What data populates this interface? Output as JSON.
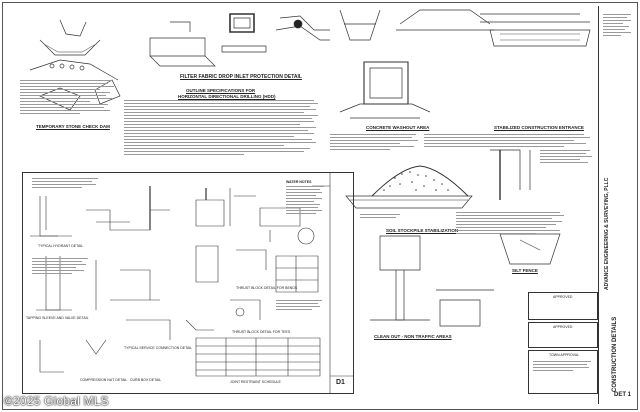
{
  "drawing": {
    "titles": {
      "filter_fabric": "FILTER FABRIC DROP INLET PROTECTION DETAIL",
      "outline_specs_1": "OUTLINE SPECIFICATIONS FOR",
      "outline_specs_2": "HORIZONTAL DIRECTIONAL DRILLING (HDD)",
      "stone_check_dam": "TEMPORARY STONE CHECK DAM",
      "concrete_washout": "CONCRETE WASHOUT AREA",
      "stabilized_entrance": "STABILIZED CONSTRUCTION ENTRANCE",
      "soil_stockpile": "SOIL STOCKPILE STABILIZATION",
      "silt_fence": "SILT FENCE",
      "cleanout": "CLEAN OUT - NON TRAFFIC AREAS",
      "typical_hydrant": "TYPICAL HYDRANT DETAIL",
      "tapping_sleeve": "TAPPING SLEEVE AND VALVE DETAIL",
      "compression_nut": "COMPRESSION NUT DETAIL",
      "curb_box": "CURB BOX DETAIL",
      "service_connection": "TYPICAL SERVICE CONNECTION DETAIL",
      "thrust_block_bends": "THRUST BLOCK DETAIL FOR BENDS",
      "thrust_block_tees": "THRUST BLOCK DETAIL FOR TEES",
      "joint_restraint": "JOINT RESTRAINT SCHEDULE",
      "water_notes": "WATER NOTES",
      "sheet_mark": "D1"
    },
    "title_block": {
      "firm": "ADVANCE ENGINEERING & SURVEYING, PLLC",
      "sheet_title": "CONSTRUCTION DETAILS",
      "sheet_number": "DET 1",
      "approval_1": "APPROVED",
      "approval_2": "APPROVED",
      "town_approval": "TOWN APPROVAL"
    }
  },
  "watermark": "©2025 Global MLS"
}
